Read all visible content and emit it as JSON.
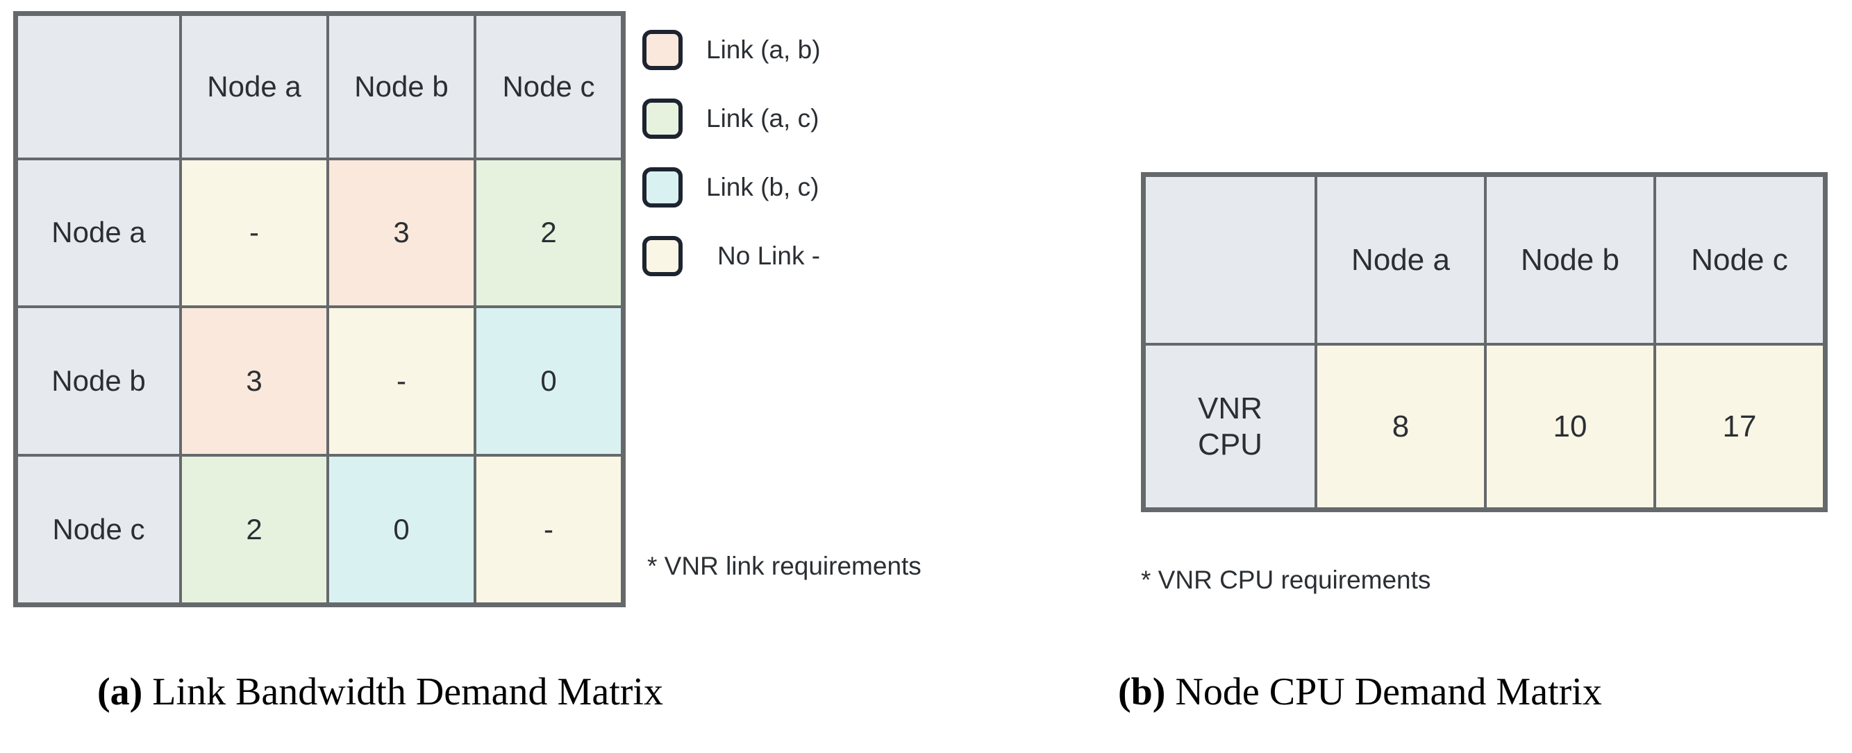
{
  "table_a": {
    "name": "Link Bandwidth Demand Matrix",
    "corner_label": "",
    "column_headers": [
      "Node a",
      "Node b",
      "Node c"
    ],
    "row_headers": [
      "Node a",
      "Node b",
      "Node c"
    ],
    "rows": [
      {
        "header": "Node a",
        "cells": [
          {
            "value": "-",
            "color": "no-link"
          },
          {
            "value": "3",
            "color": "link-ab"
          },
          {
            "value": "2",
            "color": "link-ac"
          }
        ]
      },
      {
        "header": "Node b",
        "cells": [
          {
            "value": "3",
            "color": "link-ab"
          },
          {
            "value": "-",
            "color": "no-link"
          },
          {
            "value": "0",
            "color": "link-bc"
          }
        ]
      },
      {
        "header": "Node c",
        "cells": [
          {
            "value": "2",
            "color": "link-ac"
          },
          {
            "value": "0",
            "color": "link-bc"
          },
          {
            "value": "-",
            "color": "no-link"
          }
        ]
      }
    ],
    "footnote": "* VNR link requirements",
    "caption_tag": "(a)",
    "caption_text": " Link Bandwidth Demand Matrix"
  },
  "table_b": {
    "name": "Node CPU Demand Matrix",
    "corner_label": "",
    "column_headers": [
      "Node a",
      "Node b",
      "Node c"
    ],
    "row_header": "VNR CPU",
    "row_header_line1": "VNR",
    "row_header_line2": "CPU",
    "values": [
      "8",
      "10",
      "17"
    ],
    "footnote": "* VNR CPU requirements",
    "caption_tag": "(b)",
    "caption_text": " Node CPU Demand Matrix"
  },
  "legend": {
    "items": [
      {
        "label": "Link (a, b)",
        "color": "#fae8dc",
        "key": "link-ab",
        "indent": false
      },
      {
        "label": "Link (a, c)",
        "color": "#e6f2de",
        "key": "link-ac",
        "indent": false
      },
      {
        "label": "Link (b, c)",
        "color": "#daf1f2",
        "key": "link-bc",
        "indent": false
      },
      {
        "label": "No Link -",
        "color": "#faf6e6",
        "key": "no-link",
        "indent": true
      }
    ]
  },
  "colors": {
    "header_fill": "#e6eaee",
    "grid_line": "#66696b",
    "swatch_border": "#1d2430",
    "no_link": "#faf6e6",
    "link_ab": "#fae8dc",
    "link_ac": "#e6f2de",
    "link_bc": "#daf1f2",
    "text": "#2b2f33",
    "background": "#ffffff"
  }
}
